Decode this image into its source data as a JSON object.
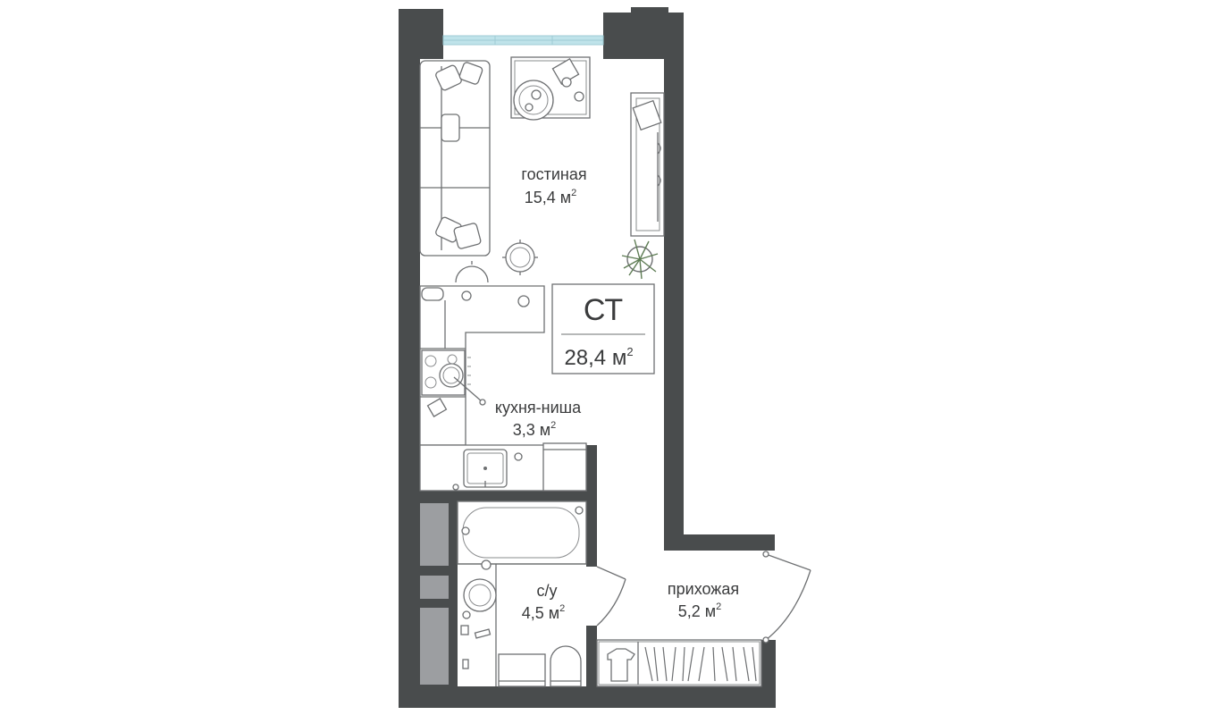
{
  "apartment": {
    "type": "СТ",
    "total_area": "28,4 м",
    "sup": "2"
  },
  "rooms": {
    "living": {
      "name": "гостиная",
      "area": "15,4 м",
      "sup": "2"
    },
    "kitchen": {
      "name": "кухня-ниша",
      "area": "3,3 м",
      "sup": "2"
    },
    "bathroom": {
      "name": "с/у",
      "area": "4,5 м",
      "sup": "2"
    },
    "hallway": {
      "name": "прихожая",
      "area": "5,2 м",
      "sup": "2"
    }
  },
  "colors": {
    "wall": "#494c4d",
    "window": "#bfe3ea",
    "panel": "#9c9ea1",
    "text": "#3a3b3c"
  }
}
